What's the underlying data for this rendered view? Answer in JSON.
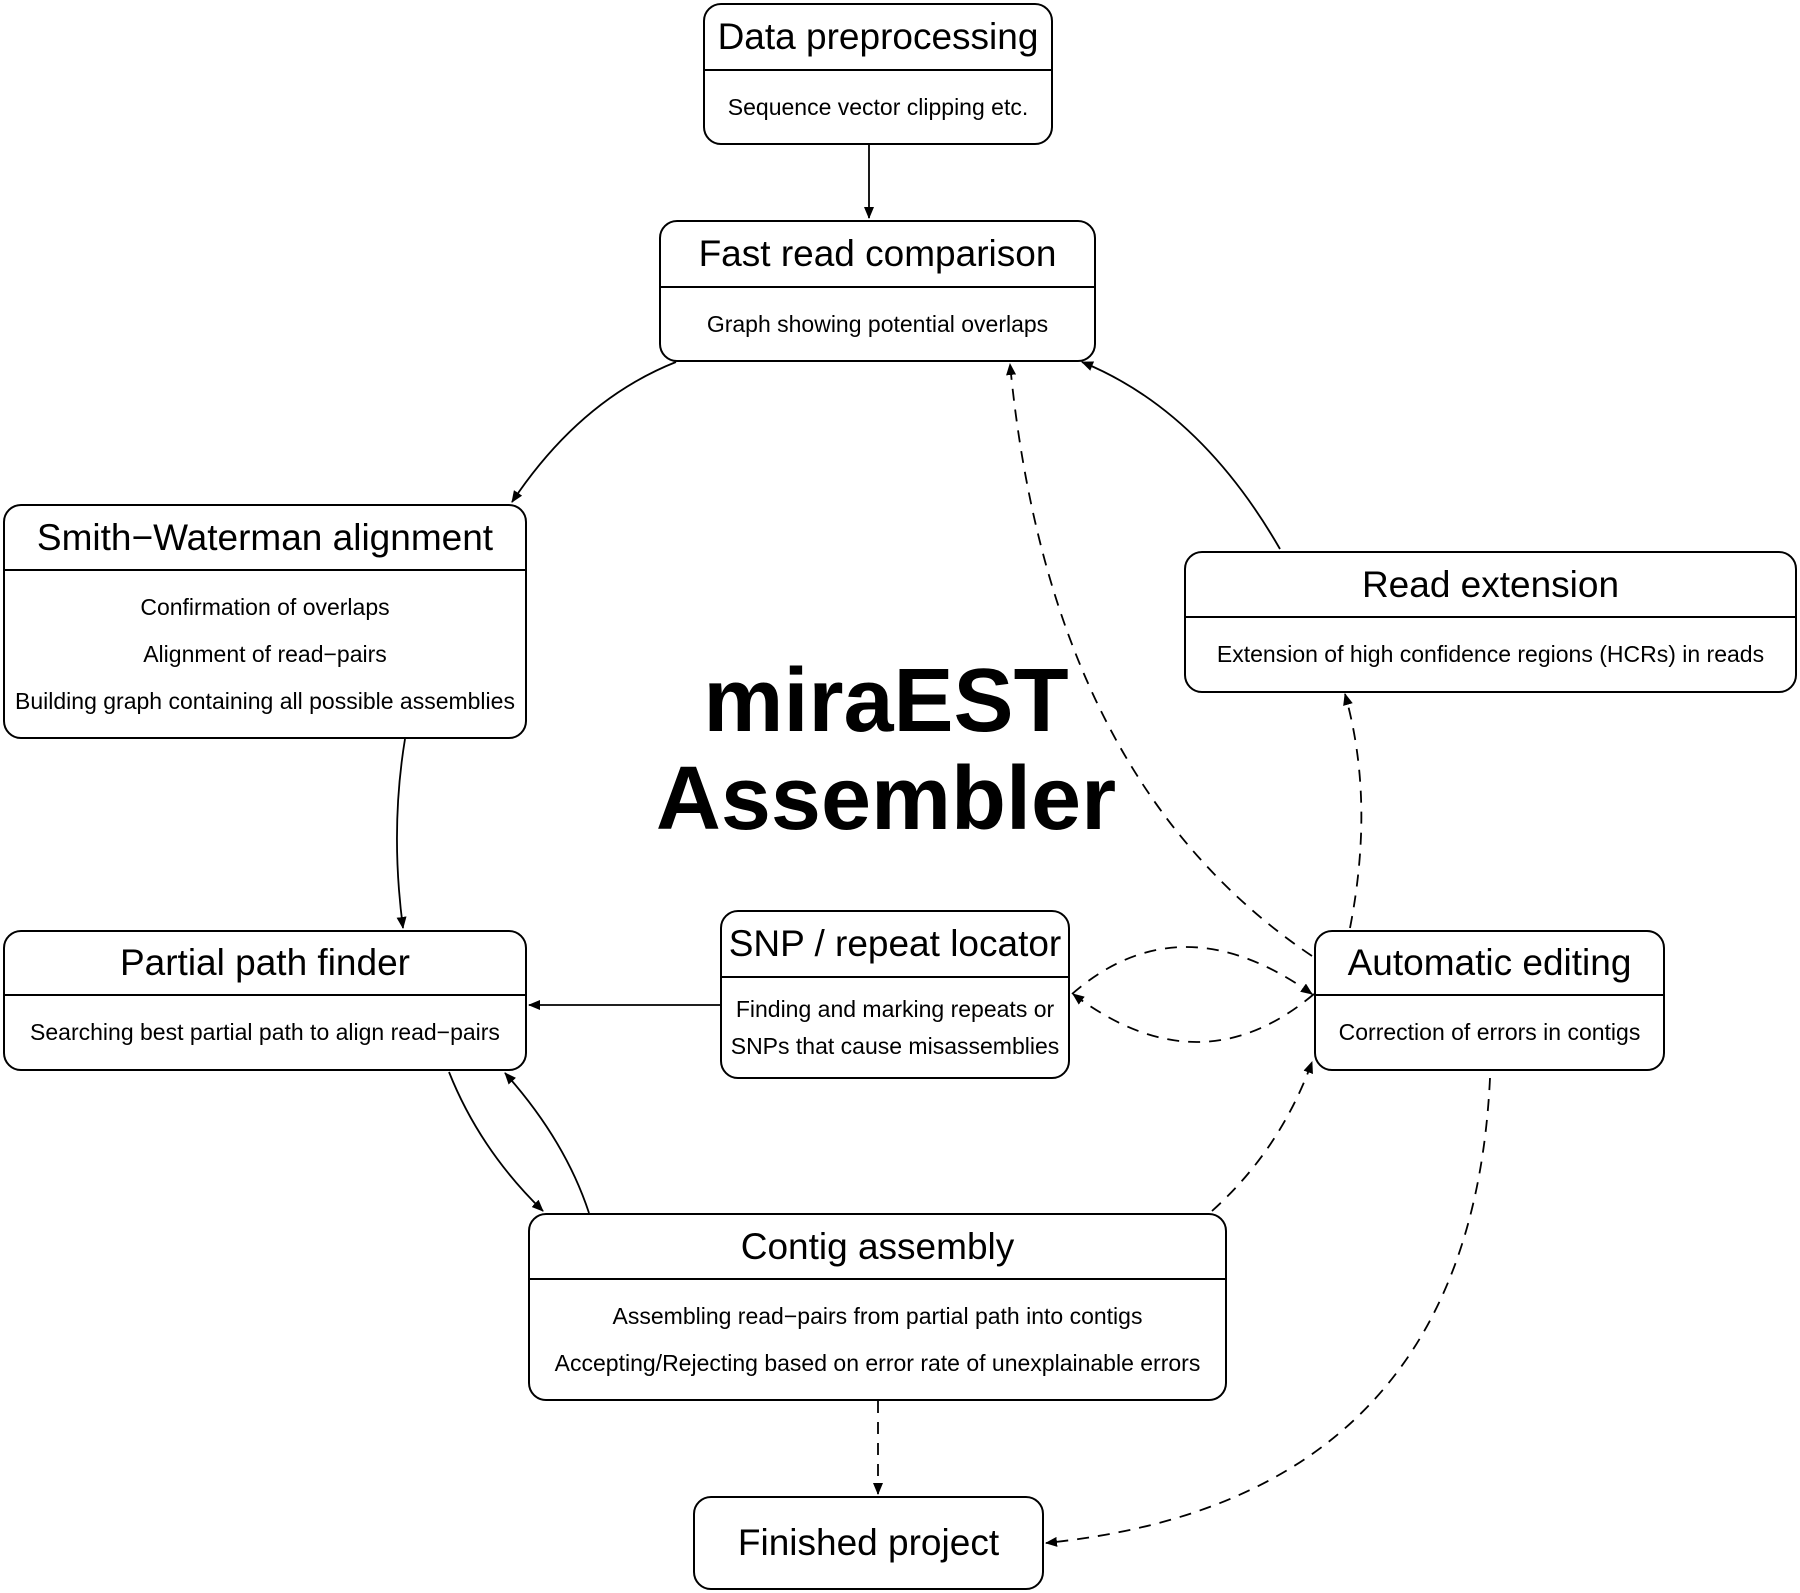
{
  "title": {
    "line1": "miraEST",
    "line2": "Assembler"
  },
  "nodes": {
    "data_preprocessing": {
      "title": "Data preprocessing",
      "lines": [
        "Sequence vector clipping etc."
      ]
    },
    "fast_read_comparison": {
      "title": "Fast read comparison",
      "lines": [
        "Graph showing potential overlaps"
      ]
    },
    "smith_waterman": {
      "title": "Smith−Waterman alignment",
      "lines": [
        "Confirmation of overlaps",
        "Alignment of read−pairs",
        "Building graph containing all possible assemblies"
      ]
    },
    "read_extension": {
      "title": "Read extension",
      "lines": [
        "Extension of high confidence regions (HCRs) in reads"
      ]
    },
    "partial_path_finder": {
      "title": "Partial path finder",
      "lines": [
        "Searching best partial path to align read−pairs"
      ]
    },
    "snp_repeat_locator": {
      "title": "SNP / repeat locator",
      "lines": [
        "Finding and marking repeats or",
        "SNPs that cause misassemblies"
      ]
    },
    "automatic_editing": {
      "title": "Automatic editing",
      "lines": [
        "Correction of errors in contigs"
      ]
    },
    "contig_assembly": {
      "title": "Contig assembly",
      "lines": [
        "Assembling read−pairs from partial path into contigs",
        "Accepting/Rejecting based on error rate of unexplainable errors"
      ]
    },
    "finished_project": {
      "title": "Finished project"
    }
  },
  "edges": [
    {
      "from": "data_preprocessing",
      "to": "fast_read_comparison",
      "style": "solid"
    },
    {
      "from": "fast_read_comparison",
      "to": "smith_waterman",
      "style": "solid"
    },
    {
      "from": "smith_waterman",
      "to": "partial_path_finder",
      "style": "solid"
    },
    {
      "from": "snp_repeat_locator",
      "to": "partial_path_finder",
      "style": "solid"
    },
    {
      "from": "partial_path_finder",
      "to": "contig_assembly",
      "style": "solid"
    },
    {
      "from": "contig_assembly",
      "to": "partial_path_finder",
      "style": "solid"
    },
    {
      "from": "read_extension",
      "to": "fast_read_comparison",
      "style": "solid"
    },
    {
      "from": "automatic_editing",
      "to": "fast_read_comparison",
      "style": "dashed"
    },
    {
      "from": "automatic_editing",
      "to": "read_extension",
      "style": "dashed"
    },
    {
      "from": "automatic_editing",
      "to": "snp_repeat_locator",
      "style": "dashed"
    },
    {
      "from": "snp_repeat_locator",
      "to": "automatic_editing",
      "style": "dashed"
    },
    {
      "from": "contig_assembly",
      "to": "automatic_editing",
      "style": "dashed"
    },
    {
      "from": "contig_assembly",
      "to": "finished_project",
      "style": "dashed"
    },
    {
      "from": "automatic_editing",
      "to": "finished_project",
      "style": "dashed"
    }
  ]
}
